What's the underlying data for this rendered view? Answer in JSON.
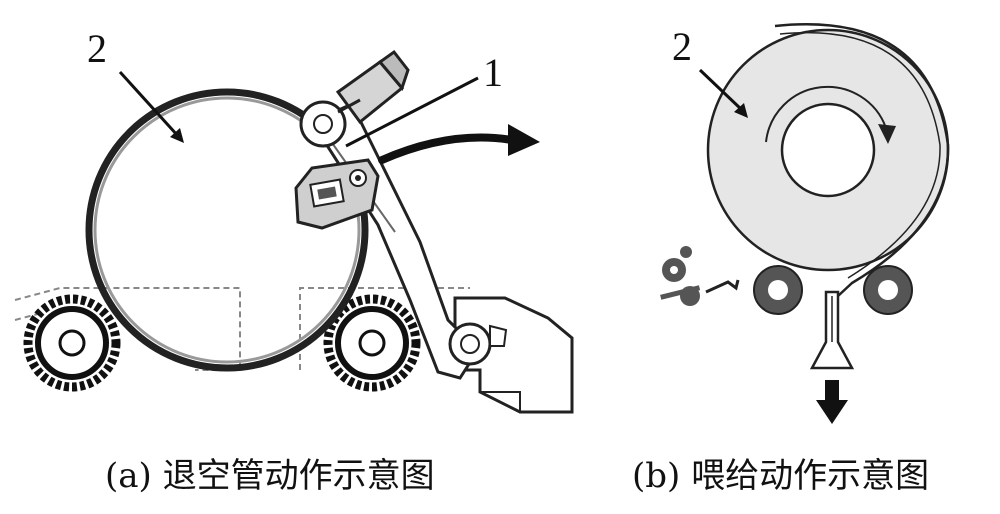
{
  "panel_a": {
    "label_1": "1",
    "label_2": "2",
    "caption": "(a) 退空管动作示意图"
  },
  "panel_b": {
    "label_2": "2",
    "caption": "(b) 喂给动作示意图"
  },
  "colors": {
    "stroke": "#222222",
    "roll_fill": "#e6e6e6",
    "machine_fill": "#ffffff",
    "roller_dark": "#555555",
    "frame_dash": "#888888"
  }
}
